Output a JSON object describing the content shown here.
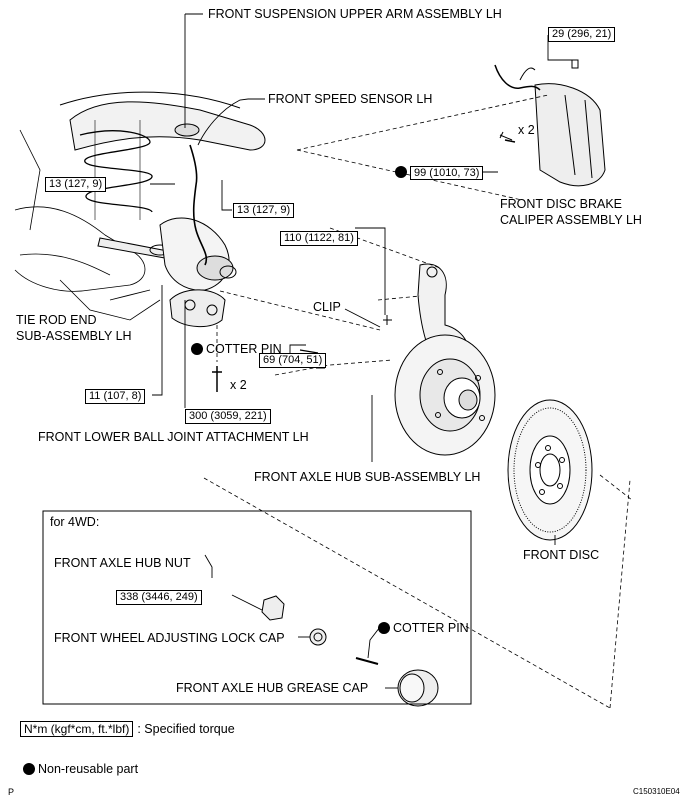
{
  "labels": {
    "upper_arm": "FRONT SUSPENSION UPPER ARM ASSEMBLY LH",
    "speed_sensor": "FRONT SPEED SENSOR LH",
    "brake_caliper_1": "FRONT DISC BRAKE",
    "brake_caliper_2": "CALIPER ASSEMBLY LH",
    "clip": "CLIP",
    "tie_rod_1": "TIE ROD END",
    "tie_rod_2": "SUB-ASSEMBLY LH",
    "cotter_pin_upper": "COTTER PIN",
    "lower_ball_joint": "FRONT LOWER BALL JOINT ATTACHMENT LH",
    "axle_hub": "FRONT AXLE HUB SUB-ASSEMBLY LH",
    "front_disc": "FRONT DISC",
    "four_wd": "for 4WD:",
    "axle_hub_nut": "FRONT AXLE HUB NUT",
    "lock_cap": "FRONT WHEEL ADJUSTING LOCK CAP",
    "cotter_pin_lower": "COTTER PIN",
    "grease_cap": "FRONT AXLE HUB GREASE CAP",
    "x2_caliper": "x 2",
    "x2_ball_joint": "x 2"
  },
  "torques": {
    "t29": "29 (296, 21)",
    "t99": "99 (1010, 73)",
    "t13a": "13 (127, 9)",
    "t13b": "13 (127, 9)",
    "t110": "110 (1122, 81)",
    "t69": "69 (704, 51)",
    "t11": "11 (107, 8)",
    "t300": "300 (3059, 221)",
    "t338": "338 (3446, 249)"
  },
  "legend": {
    "torque_box": "N*m (kgf*cm, ft.*lbf)",
    "torque_text": ": Specified torque",
    "nonreusable": "Non-reusable part"
  },
  "footer": {
    "left_mark": "P",
    "code": "C150310E04"
  },
  "colors": {
    "ink": "#000000",
    "background": "#ffffff",
    "shade": "#e6e6e6"
  }
}
